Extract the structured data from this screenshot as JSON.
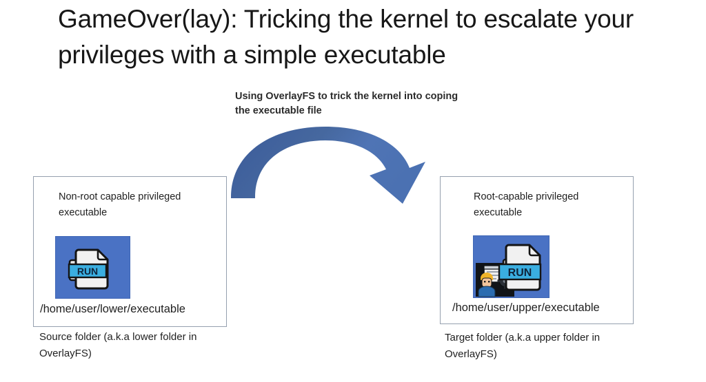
{
  "slide": {
    "title": "GameOver(lay): Tricking the kernel to escalate your privileges with a simple executable",
    "background_color": "#ffffff"
  },
  "arrow": {
    "caption": "Using OverlayFS to trick the kernel into coping the executable file",
    "icon": "curved-arrow-right-icon",
    "color": "#3f62a5",
    "color_light": "#5b7fc4",
    "direction": "left-to-right"
  },
  "source": {
    "heading": "Non-root capable privileged executable",
    "path": "/home/user/lower/executable",
    "caption": "Source folder (a.k.a lower folder in OverlayFS)",
    "icon": {
      "name": "executable-file-icon",
      "label": "RUN",
      "background_color": "#4a72c4",
      "band_color": "#3aaee0",
      "page_color": "#f1f1f1",
      "has_admin_figure": false
    }
  },
  "target": {
    "heading": "Root-capable privileged executable",
    "path": "/home/user/upper/executable",
    "caption": "Target folder (a.k.a upper folder in OverlayFS)",
    "icon": {
      "name": "privileged-executable-file-icon",
      "label": "RUN",
      "background_color": "#4a72c4",
      "band_color": "#3aaee0",
      "page_color": "#f1f1f1",
      "has_admin_figure": true
    }
  },
  "box_border_color": "#95a0ae"
}
